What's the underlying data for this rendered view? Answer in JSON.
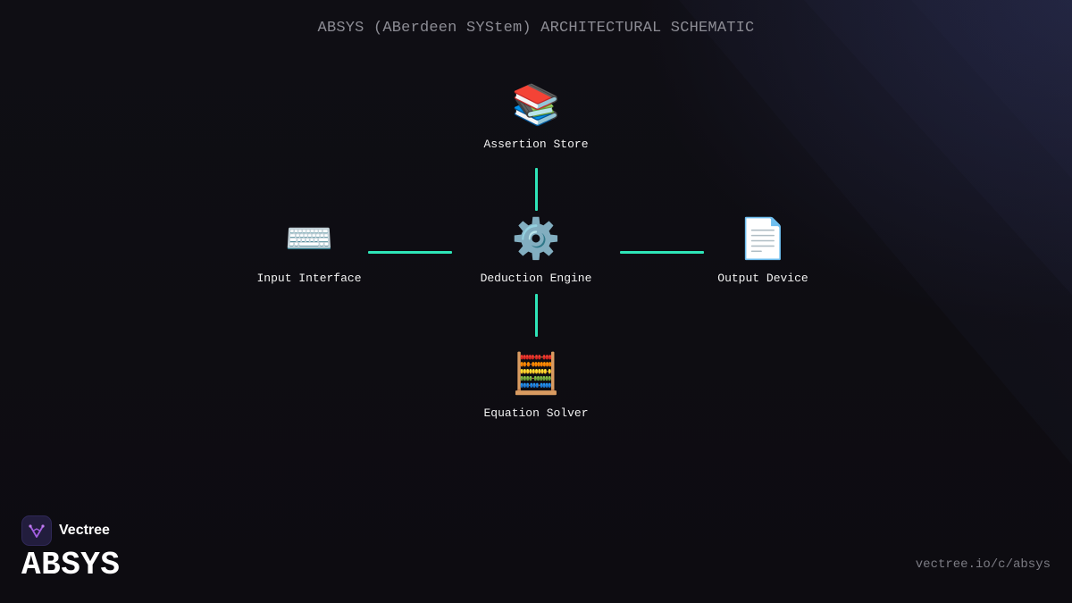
{
  "header": {
    "title": "ABSYS (ABerdeen SYStem) ARCHITECTURAL SCHEMATIC"
  },
  "diagram": {
    "nodes": [
      {
        "id": "assertion_store",
        "label": "Assertion Store",
        "icon": "books-icon",
        "glyph": "📚"
      },
      {
        "id": "input_interface",
        "label": "Input Interface",
        "icon": "keyboard-icon",
        "glyph": "⌨️"
      },
      {
        "id": "deduction_engine",
        "label": "Deduction Engine",
        "icon": "gear-icon",
        "glyph": "⚙️"
      },
      {
        "id": "output_device",
        "label": "Output Device",
        "icon": "document-icon",
        "glyph": "📄"
      },
      {
        "id": "equation_solver",
        "label": "Equation Solver",
        "icon": "abacus-icon",
        "glyph": "🧮"
      }
    ],
    "edges": [
      {
        "from": "assertion_store",
        "to": "deduction_engine"
      },
      {
        "from": "input_interface",
        "to": "deduction_engine"
      },
      {
        "from": "deduction_engine",
        "to": "output_device"
      },
      {
        "from": "deduction_engine",
        "to": "equation_solver"
      }
    ],
    "connector_color": "#2ee5b8"
  },
  "branding": {
    "company": "Vectree",
    "product": "ABSYS",
    "url": "vectree.io/c/absys",
    "logo_icon": "vectree-logo-icon",
    "logo_color": "#a35fe0"
  }
}
